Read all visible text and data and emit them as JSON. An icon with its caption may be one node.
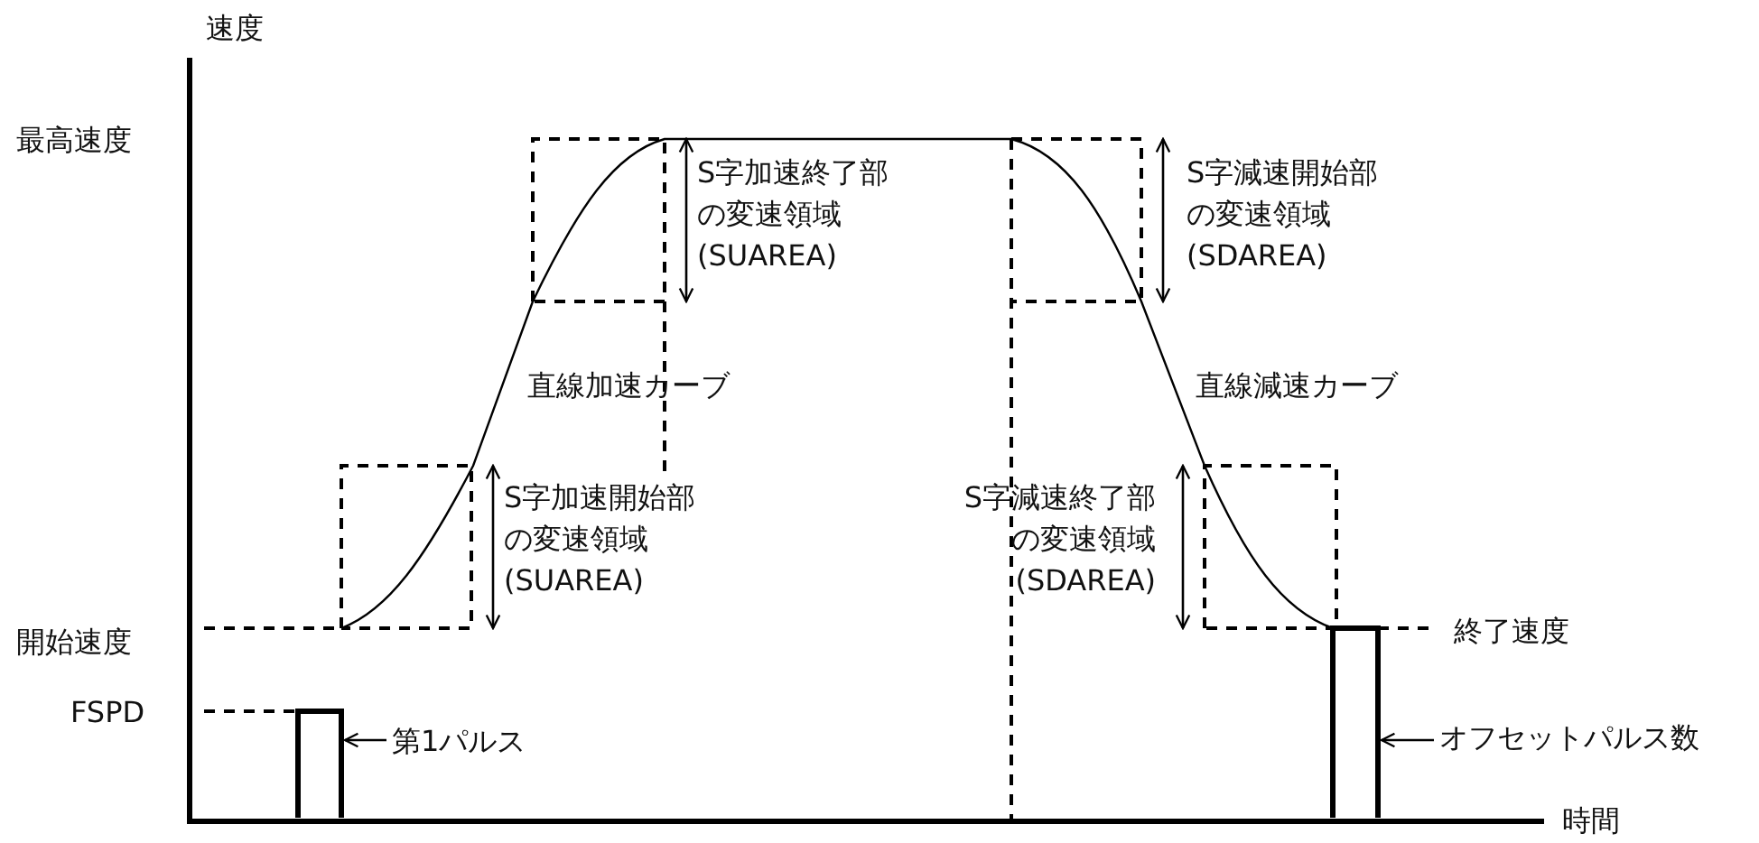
{
  "diagram": {
    "nodes": [
      {
        "text": [
          "第1パルス"
        ]
      },
      {
        "text": [],
        "shape": "bar"
      },
      {
        "text": [
          "オフセットパルス数"
        ]
      },
      {
        "text": [],
        "shape": "bar"
      }
    ],
    "edges": [
      {
        "from": 0,
        "to": 1,
        "arrow": "to"
      },
      {
        "from": 2,
        "to": 3,
        "arrow": "to"
      }
    ],
    "labels": [
      "速度",
      "最高速度",
      "S字加速終了部の変速領域(SUAREA)",
      "S字減速開始部の変速領域(SDAREA)",
      "直線加速カーブ",
      "直線減速カーブ",
      "S字加速開始部の変速領域(SUAREA)",
      "S字減速終了部の変速領域(SDAREA)",
      "開始速度",
      "終了速度",
      "FSPD",
      "時間"
    ]
  }
}
